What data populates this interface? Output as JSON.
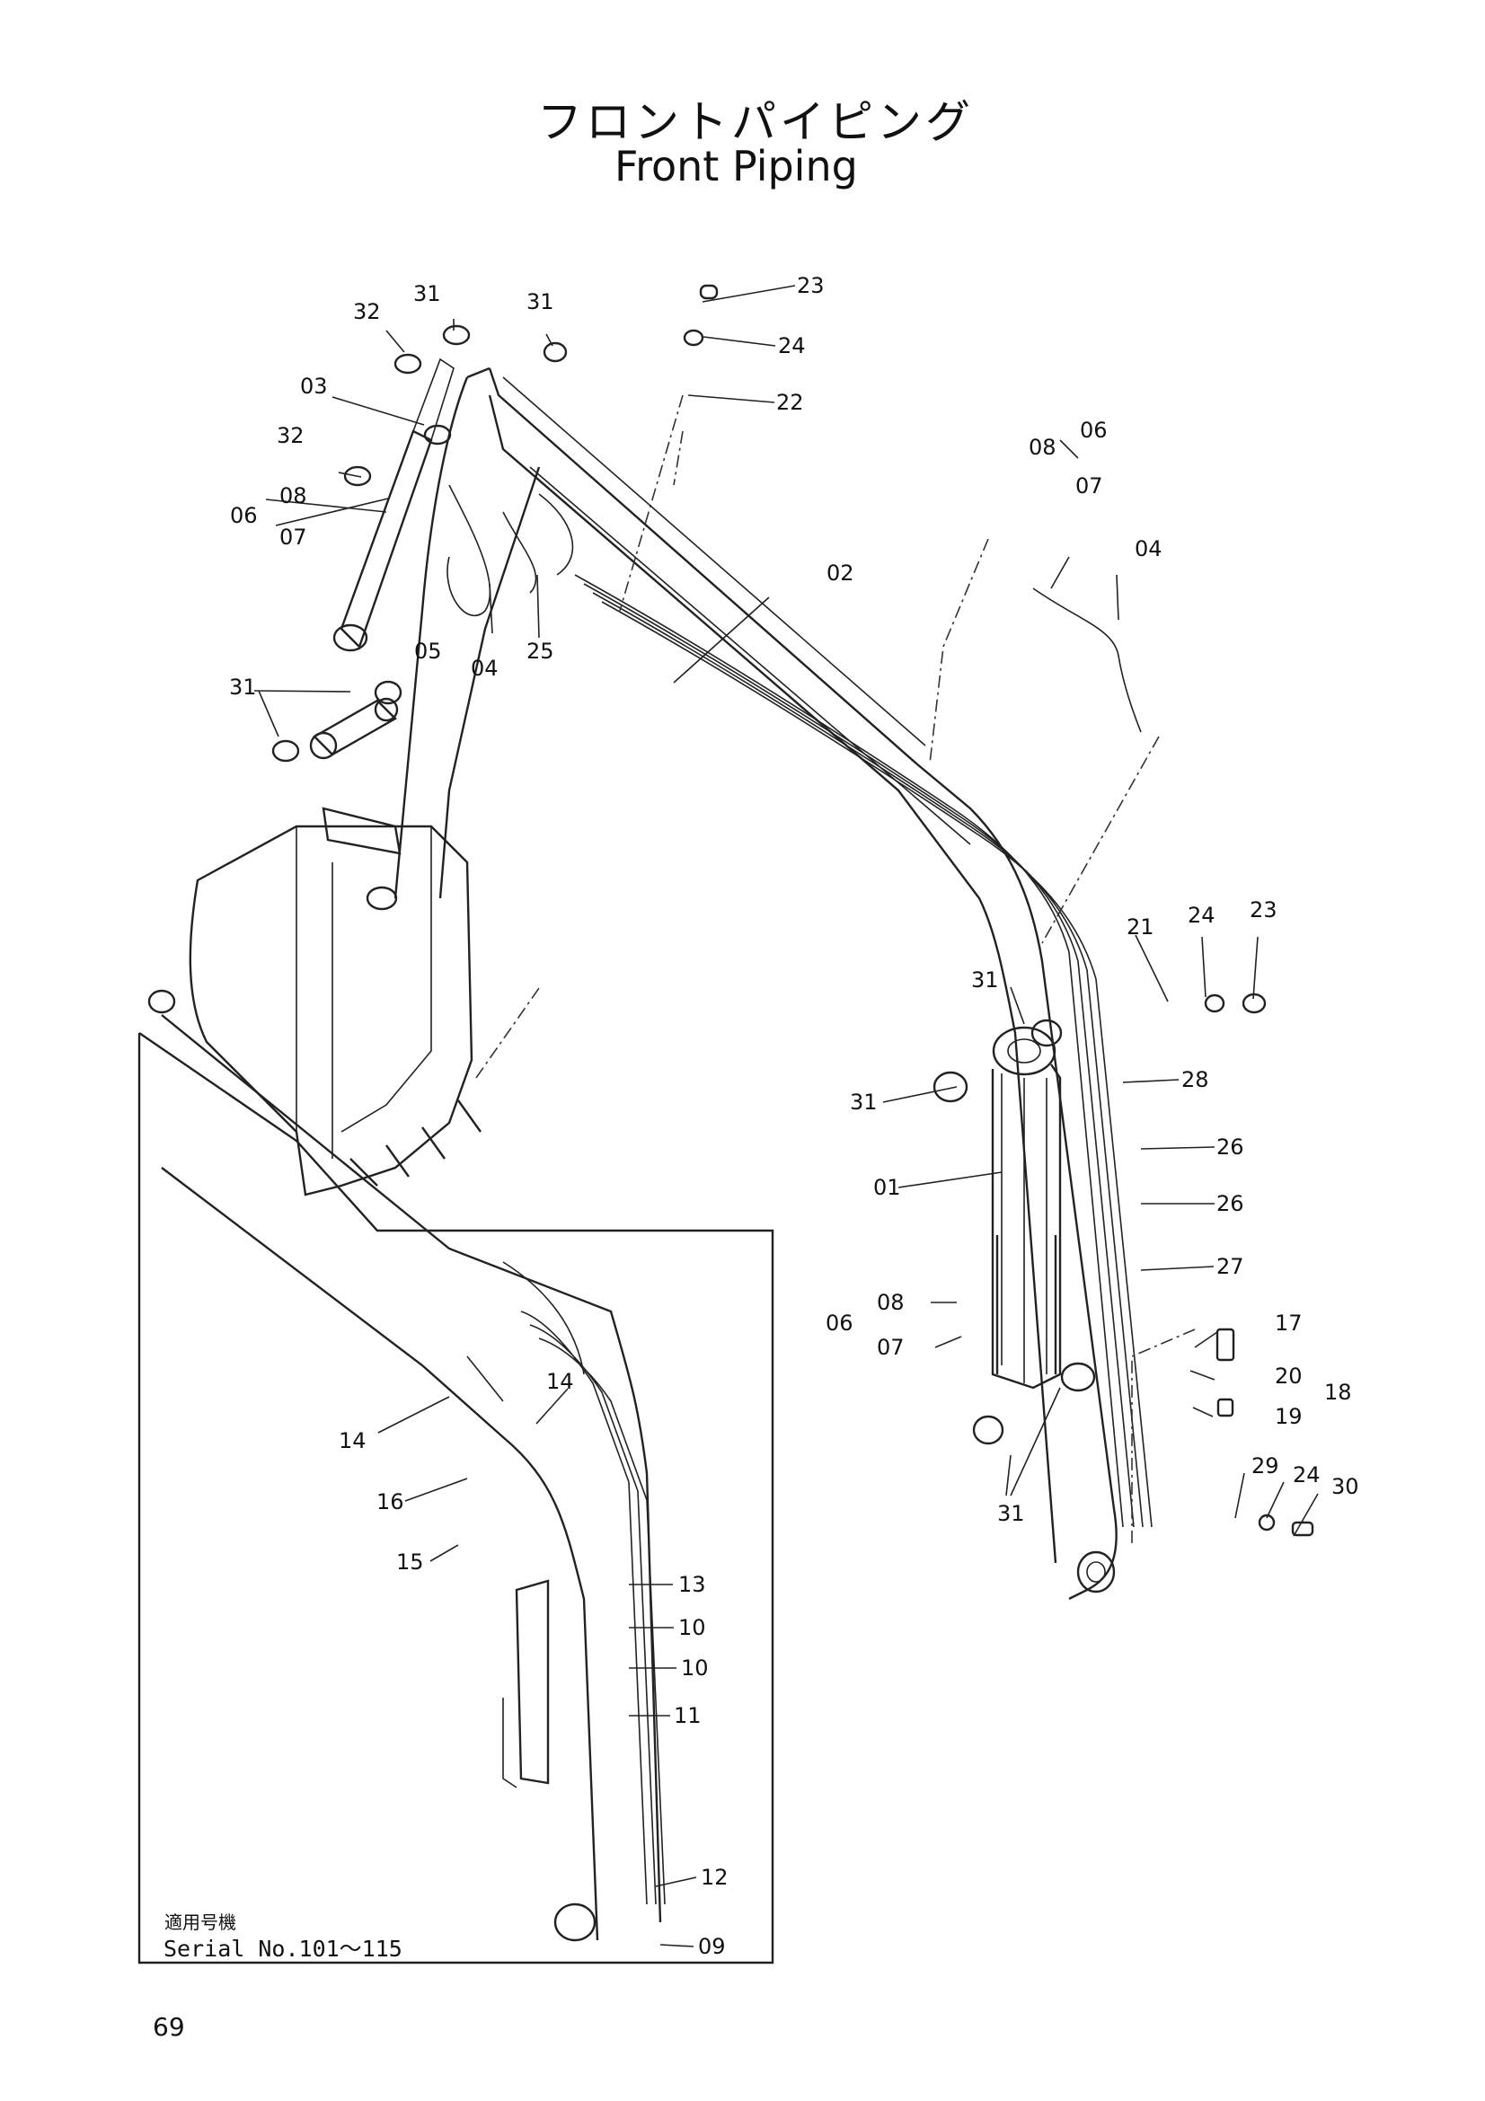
{
  "title_jp": "フロントパイピング",
  "title_en": "Front Piping",
  "inset": {
    "note_jp": "適用号機",
    "note_serial": "Serial No.101〜115"
  },
  "page_number": "69",
  "callouts": {
    "c23a": "23",
    "c24a": "24",
    "c22": "22",
    "c02": "02",
    "c32a": "32",
    "c31a": "31",
    "c31b": "31",
    "c03": "03",
    "c32b": "32",
    "c06a": "06",
    "c08a": "08",
    "c07a": "07",
    "c05": "05",
    "c04a": "04",
    "c25": "25",
    "c31c": "31",
    "c06b": "06",
    "c08b": "08",
    "c07b": "07",
    "c04b": "04",
    "c21": "21",
    "c24b": "24",
    "c23b": "23",
    "c31d": "31",
    "c31e": "31",
    "c28": "28",
    "c26a": "26",
    "c26b": "26",
    "c01": "01",
    "c27": "27",
    "c06c": "06",
    "c08c": "08",
    "c07c": "07",
    "c17": "17",
    "c20": "20",
    "c18": "18",
    "c19": "19",
    "c31f": "31",
    "c29": "29",
    "c24c": "24",
    "c30": "30",
    "c14a": "14",
    "c14b": "14",
    "c16": "16",
    "c15": "15",
    "c13": "13",
    "c10a": "10",
    "c10b": "10",
    "c11": "11",
    "c12": "12",
    "c09": "09"
  }
}
